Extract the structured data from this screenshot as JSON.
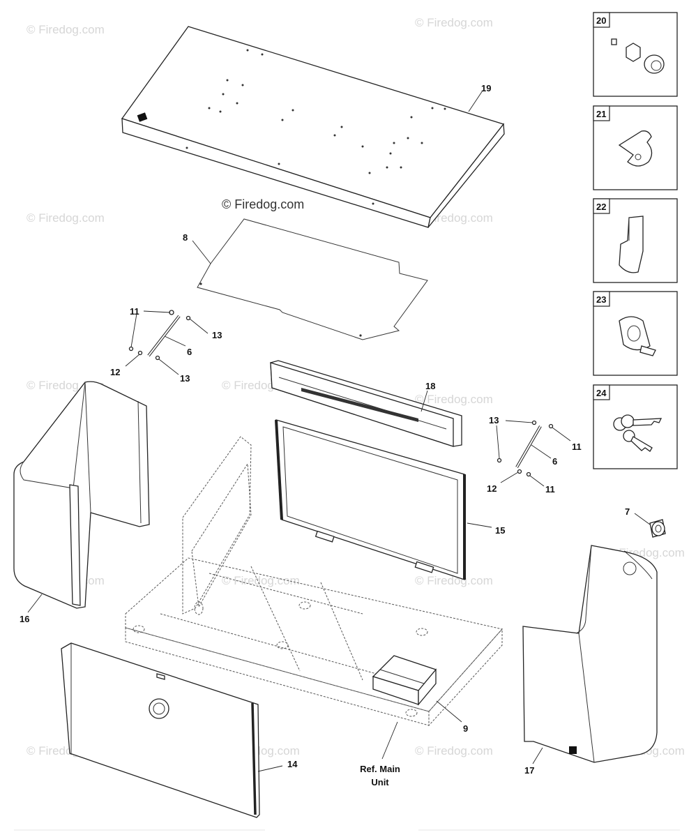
{
  "caption": "© Firedog.com",
  "watermark": "© Firedog.com",
  "callouts": {
    "c19": "19",
    "c8": "8",
    "c11a": "11",
    "c13a": "13",
    "c6a": "6",
    "c12a": "12",
    "c13b": "13",
    "c18": "18",
    "c13c": "13",
    "c11b": "11",
    "c6b": "6",
    "c12b": "12",
    "c11c": "11",
    "c7": "7",
    "c15": "15",
    "c16": "16",
    "c9": "9",
    "c14": "14",
    "c17": "17"
  },
  "ref_label": {
    "line1": "Ref. Main",
    "line2": "Unit"
  },
  "detail_boxes": [
    {
      "number": "20"
    },
    {
      "number": "21"
    },
    {
      "number": "22"
    },
    {
      "number": "23"
    },
    {
      "number": "24"
    }
  ]
}
